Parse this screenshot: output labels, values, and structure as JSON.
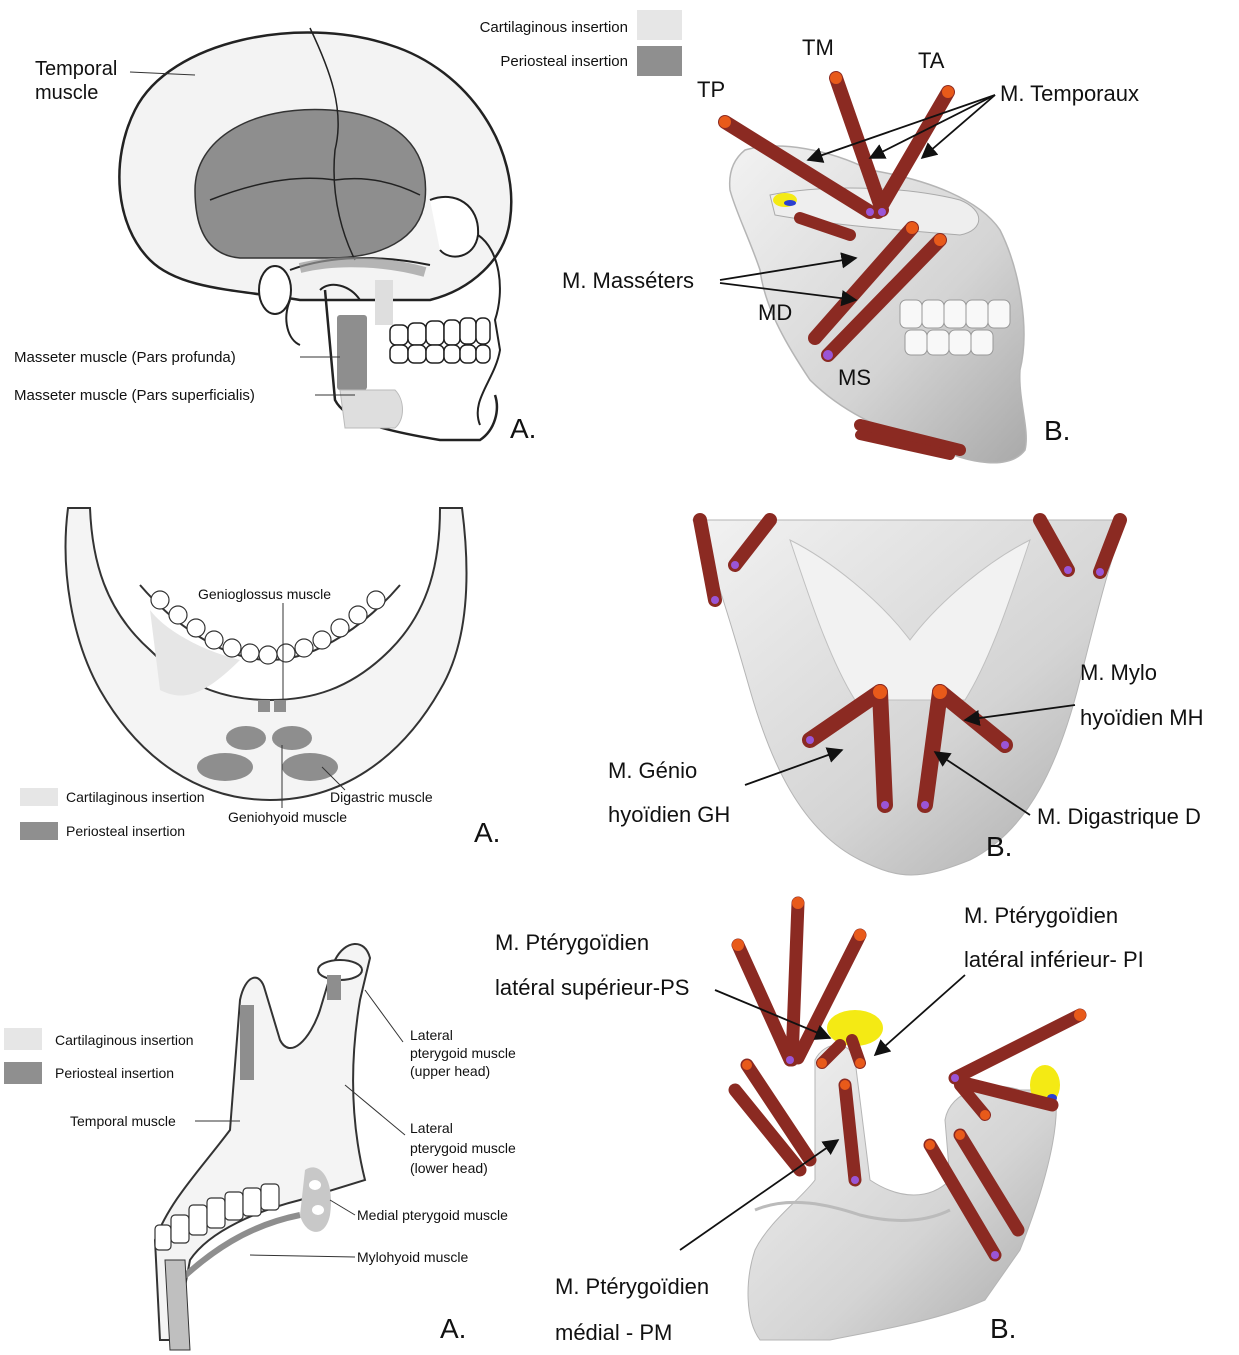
{
  "row1": {
    "left": {
      "legend": [
        "Cartilaginous insertion",
        "Periosteal insertion"
      ],
      "labels": {
        "temporal": [
          "Temporal",
          "muscle"
        ],
        "masseter_profunda": "Masseter muscle (Pars profunda)",
        "masseter_superficialis": "Masseter muscle (Pars superficialis)"
      },
      "panel": "A."
    },
    "right": {
      "labels": {
        "tp": "TP",
        "tm": "TM",
        "ta": "TA",
        "temporaux": "M. Temporaux",
        "masseters": "M. Masséters",
        "md": "MD",
        "ms": "MS"
      },
      "panel": "B."
    }
  },
  "row2": {
    "left": {
      "labels": {
        "genioglossus": "Genioglossus muscle",
        "digastric": "Digastric muscle",
        "geniohyoid": "Geniohyoid muscle"
      },
      "legend": [
        "Cartilaginous insertion",
        "Periosteal insertion"
      ],
      "panel": "A."
    },
    "right": {
      "labels": {
        "mylo": [
          "M. Mylo",
          "hyoïdien MH"
        ],
        "genio": [
          "M. Génio",
          "hyoïdien  GH"
        ],
        "digastrique": "M. Digastrique D"
      },
      "panel": "B."
    }
  },
  "row3": {
    "left": {
      "legend": [
        "Cartilaginous insertion",
        "Periosteal insertion"
      ],
      "labels": {
        "lat_upper": [
          "Lateral",
          "pterygoid muscle",
          "(upper head)"
        ],
        "temporal": "Temporal muscle",
        "lat_lower": [
          "Lateral",
          "pterygoid muscle",
          "(lower head)"
        ],
        "medial": "Medial pterygoid muscle",
        "mylohyoid": "Mylohyoid muscle"
      },
      "panel": "A."
    },
    "right": {
      "labels": {
        "pi": [
          "M. Ptérygoïdien",
          "latéral inférieur- PI"
        ],
        "ps": [
          "M. Ptérygoïdien",
          "latéral supérieur-PS"
        ],
        "pm": [
          "M. Ptérygoïdien",
          "médial - PM"
        ]
      },
      "panel": "B."
    }
  },
  "colors": {
    "muscle_rod": "#8b2a22",
    "muscle_rod_light": "#b0443a",
    "insertion_origin": "#e85a1a",
    "insertion_end": "#9a55d6",
    "bone_model": "#d9d9d9",
    "periosteal": "#8f8f8f",
    "cartilaginous": "#e6e6e6",
    "condyle_disc": "#f4ea14"
  }
}
